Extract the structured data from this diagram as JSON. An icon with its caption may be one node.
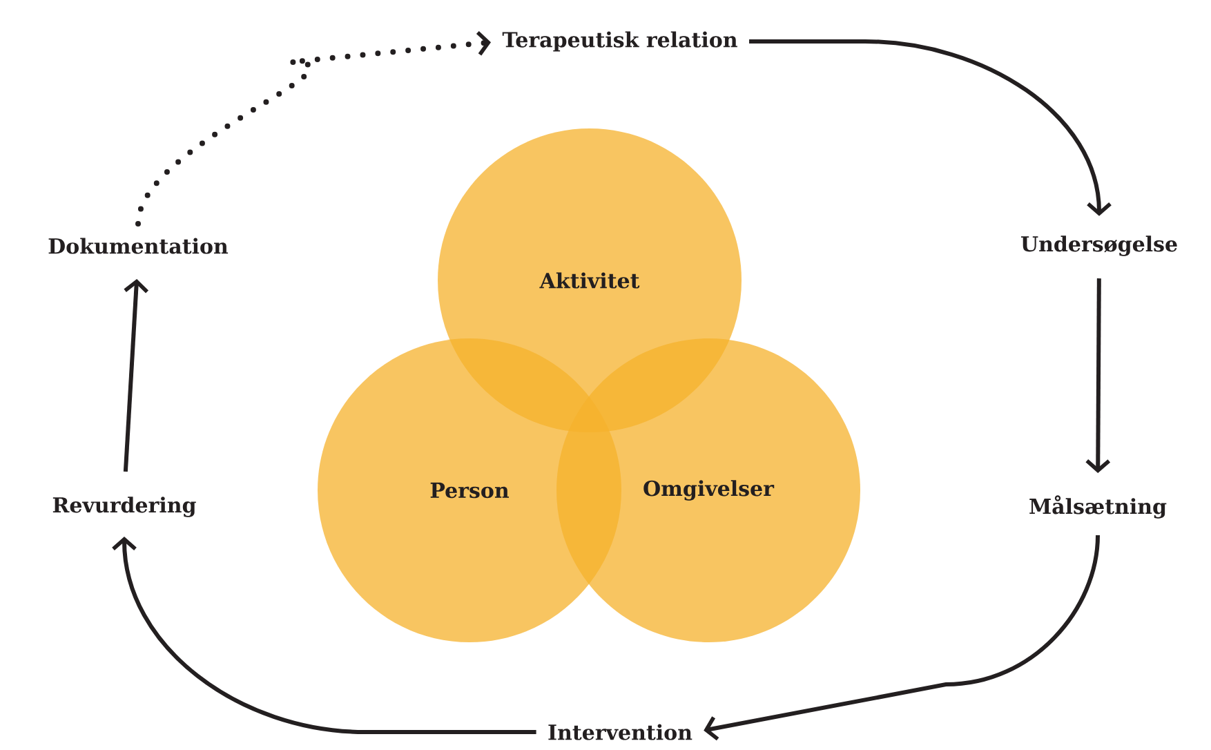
{
  "diagram": {
    "nodes": [
      {
        "text": [
          "Terapeutisk relation"
        ]
      },
      {
        "text": [
          "Undersøgelse"
        ]
      },
      {
        "text": [
          "Målsætning"
        ]
      },
      {
        "text": [
          "Intervention"
        ]
      },
      {
        "text": [
          "Revurdering"
        ]
      },
      {
        "text": [
          "Dokumentation"
        ]
      },
      {
        "text": [
          "Aktivitet"
        ]
      },
      {
        "text": [
          "Person"
        ]
      },
      {
        "text": [
          "Omgivelser"
        ]
      }
    ],
    "edges": [
      {
        "from": 0,
        "to": 1,
        "arrow": "to"
      },
      {
        "from": 1,
        "to": 2,
        "arrow": "to"
      },
      {
        "from": 2,
        "to": 3,
        "arrow": "to"
      },
      {
        "from": 3,
        "to": 4,
        "arrow": "to"
      },
      {
        "from": 4,
        "to": 5,
        "arrow": "to"
      },
      {
        "from": 5,
        "to": 0,
        "arrow": "to",
        "style": "dashed"
      }
    ]
  }
}
